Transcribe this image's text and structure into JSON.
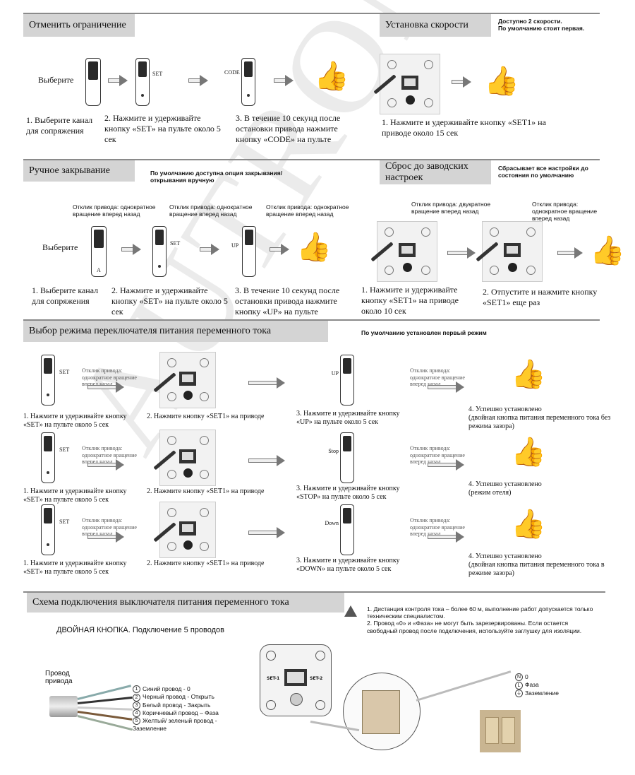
{
  "sections": {
    "cancel_limit": {
      "header": "Отменить ограничение",
      "select_label": "Выберите",
      "code_label": "CODE",
      "set_label": "SET",
      "steps": [
        "1. Выберите канал для сопряжения",
        "2. Нажмите и удерживайте кнопку «SET» на пульте около 5 сек",
        "3. В течение 10 секунд после остановки привода нажмите кнопку «CODE» на пульте"
      ]
    },
    "speed": {
      "header": "Установка скорости",
      "note": "Доступно 2 скорости.\nПо умолчанию стоит первая.",
      "step": "1. Нажмите и удерживайте кнопку «SET1» на приводе около 15 сек"
    },
    "manual_close": {
      "header": "Ручное закрывание",
      "note": "По умолчанию доступна опция закрывания/ открывания вручную",
      "select_label": "Выберите",
      "remote_label": "A",
      "set_label": "SET",
      "up_label": "UP",
      "responses": [
        "Отклик привода: однократное вращение вперед назад",
        "Отклик привода: однократное вращение вперед назад",
        "Отклик привода: однократное вращение вперед назад"
      ],
      "steps": [
        "1. Выберите канал для сопряжения",
        "2. Нажмите и удерживайте кнопку «SET» на пульте около 5 сек",
        "3. В течение 10 секунд после остановки привода нажмите кнопку «UP» на пульте"
      ]
    },
    "factory_reset": {
      "header": "Сброс до заводских настроек",
      "note": "Сбрасывает все настройки до состояния по умолчанию",
      "responses": [
        "Отклик привода: двукратное вращение вперед назад",
        "Отклик привода: однократное вращение вперед назад"
      ],
      "steps": [
        "1. Нажмите и удерживайте кнопку «SET1» на приводе около 10 сек",
        "2. Отпустите и нажмите кнопку «SET1» еще раз"
      ]
    },
    "ac_mode": {
      "header": "Выбор режима переключателя питания переменного тока",
      "note": "По умолчанию установлен первый режим",
      "rows": [
        {
          "step1": "1. Нажмите и удерживайте кнопку «SET» на пульте около 5 сек",
          "resp1": "Отклик привода: однократное вращение вперед назад",
          "step2": "2. Нажмите кнопку «SET1» на приводе",
          "button": "UP",
          "step3": "3. Нажмите и удерживайте кнопку «UP» на пульте около 5 сек",
          "resp2": "Отклик привода: однократное вращение вперед назад",
          "result": "4. Успешно установлено\n(двойная кнопка питания переменного тока без режима зазора)"
        },
        {
          "step1": "1. Нажмите и удерживайте кнопку «SET» на пульте около 5 сек",
          "resp1": "Отклик привода: однократное вращение вперед назад",
          "step2": "2. Нажмите кнопку «SET1» на приводе",
          "button": "Stop",
          "step3": "3. Нажмите и удерживайте кнопку «STOP» на пульте около 5 сек",
          "resp2": "Отклик привода: однократное вращение вперед назад",
          "result": "4. Успешно установлено\n(режим отеля)"
        },
        {
          "step1": "1. Нажмите и удерживайте кнопку «SET» на пульте около 5 сек",
          "resp1": "Отклик привода: однократное вращение вперед назад",
          "step2": "2. Нажмите кнопку «SET1» на приводе",
          "button": "Down",
          "step3": "3. Нажмите и удерживайте кнопку «DOWN» на пульте около 5 сек",
          "resp2": "Отклик привода: однократное вращение вперед назад",
          "result": "4. Успешно установлено\n(двойная кнопка питания переменного тока в режиме зазора)"
        }
      ]
    },
    "wiring": {
      "header": "Схема подключения выключателя питания переменного тока",
      "subtitle": "ДВОЙНАЯ КНОПКА. Подключение 5 проводов",
      "warning": "1. Дистанция контроля тока – более 60 м, выполнение работ допускается только техническим специалистом.\n2. Провод «0» и «Фаза» не могут быть зарезервированы. Если остается свободный провод после подключения, используйте заглушку для изоляции.",
      "wire_title": "Провод привода",
      "wires": [
        "Синий провод - 0",
        "Черный провод - Открыть",
        "Белый провод - Закрыть",
        "Коричневый провод – Фаза",
        "Желтый/ зеленый провод - Заземление"
      ],
      "wire_numbers": [
        "1",
        "2",
        "3",
        "4",
        "5"
      ],
      "mains": [
        "0",
        "Фаза",
        "Заземление"
      ],
      "mains_symbols": [
        "N",
        "L",
        "⏚"
      ],
      "set1": "SET-1",
      "set2": "SET-2"
    }
  },
  "watermark": "AUTRON",
  "icons": {
    "thumb": "thumbs-up-icon",
    "warning": "warning-icon"
  }
}
